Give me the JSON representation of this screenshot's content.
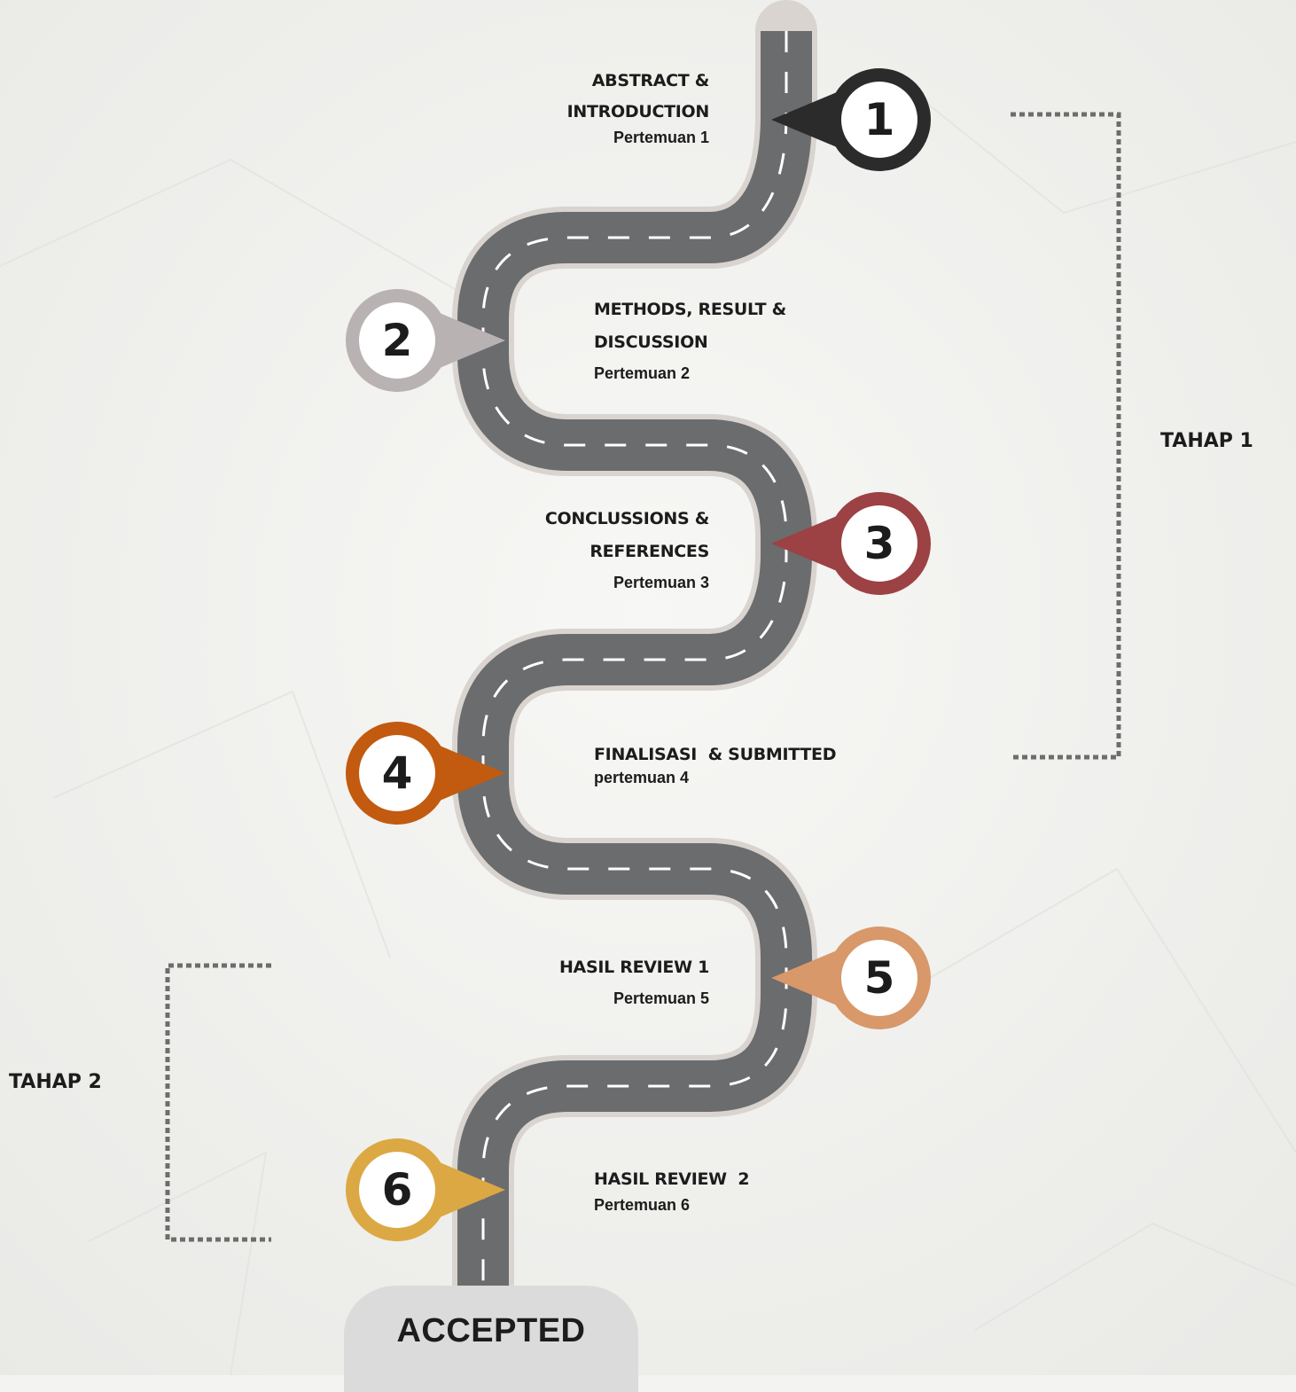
{
  "steps": [
    {
      "number": "1",
      "title_lines": [
        "ABSTRACT &",
        "INTRODUCTION"
      ],
      "meeting": "Pertemuan 1",
      "color": "#2b2b2b"
    },
    {
      "number": "2",
      "title_lines": [
        "METHODS, RESULT &",
        "DISCUSSION"
      ],
      "meeting": "Pertemuan 2",
      "color": "#b9b2b3"
    },
    {
      "number": "3",
      "title_lines": [
        "CONCLUSSIONS &",
        "REFERENCES"
      ],
      "meeting": "Pertemuan 3",
      "color": "#9c4144"
    },
    {
      "number": "4",
      "title_lines": [
        "FINALISASI  & SUBMITTED"
      ],
      "meeting": "pertemuan 4",
      "color": "#c25a0f"
    },
    {
      "number": "5",
      "title_lines": [
        "HASIL REVIEW 1"
      ],
      "meeting": "Pertemuan 5",
      "color": "#d8986a"
    },
    {
      "number": "6",
      "title_lines": [
        "HASIL REVIEW  2"
      ],
      "meeting": "Pertemuan 6",
      "color": "#dba844"
    }
  ],
  "stages": {
    "stage1": "TAHAP 1",
    "stage2": "TAHAP 2"
  },
  "finish": "ACCEPTED",
  "colors": {
    "road": "#6b6c6e",
    "road_edge": "#d9d4cf",
    "lane_marking": "#ffffff",
    "bracket": "#6d6d6d",
    "text": "#1c1c1c"
  }
}
